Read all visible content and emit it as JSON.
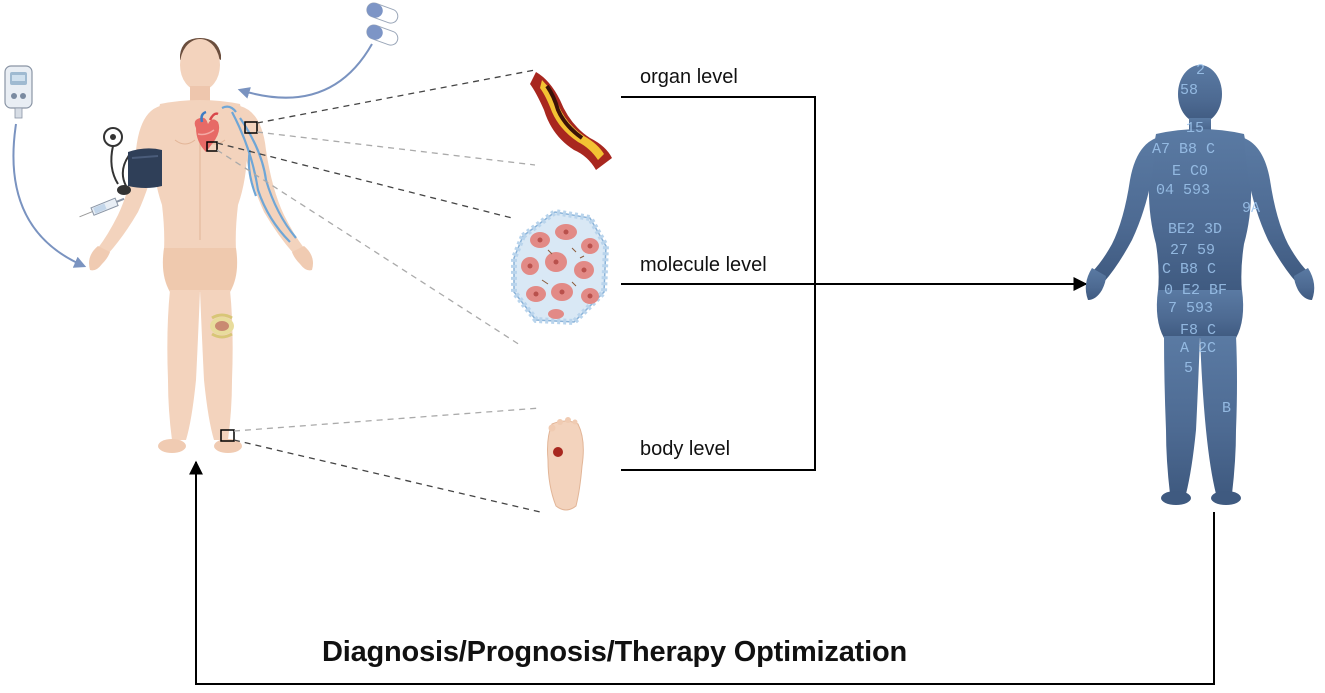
{
  "levels": {
    "organ": "organ level",
    "molecule": "molecule level",
    "body": "body level"
  },
  "footer": "Diagnosis/Prognosis/Therapy Optimization",
  "digital_twin": {
    "rows": [
      "2",
      "58",
      "15",
      "A7 B8 C",
      "E C0",
      "04 593",
      "9A",
      "BE2 3D",
      "27 59",
      "C B8 C",
      "0 E2 BF",
      "7 593",
      "F8 C",
      "A 2C",
      "5",
      "B"
    ]
  },
  "colors": {
    "skin": "#f3d3bd",
    "skin_shadow": "#e6b99c",
    "hair": "#6b4e3d",
    "vein": "#6fa6d6",
    "twin_body": "#4f6d94",
    "arrow_blue": "#7a93c0",
    "line": "#000000"
  },
  "icons": [
    "glucose-meter-icon",
    "pill-capsules-icon",
    "blood-pressure-cuff-icon",
    "syringe-icon",
    "heart-icon",
    "knee-joint-icon",
    "artery-icon",
    "cell-tissue-icon",
    "foot-ulcer-icon"
  ]
}
